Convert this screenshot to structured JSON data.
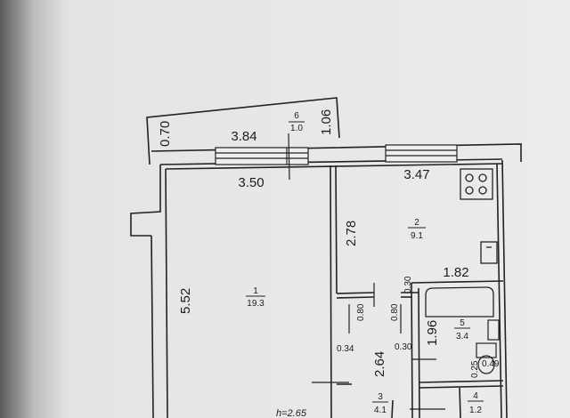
{
  "plan": {
    "balcony": {
      "number": "6",
      "area": "1.0",
      "length": "3.84",
      "depth_left": "0.70",
      "depth_right": "1.06"
    },
    "rooms": [
      {
        "number": "1",
        "area": "19.3"
      },
      {
        "number": "2",
        "area": "9.1"
      },
      {
        "number": "3",
        "area": "4.1"
      },
      {
        "number": "4",
        "area": "1.2"
      },
      {
        "number": "5",
        "area": "3.4"
      }
    ],
    "dimensions": {
      "room1_width": "3.50",
      "room1_length": "5.52",
      "kitchen_width": "3.47",
      "kitchen_depth": "2.78",
      "bath_width": "1.82",
      "bath_length": "1.96",
      "hall_length": "2.64",
      "door_a": "0.80",
      "door_b": "0.80",
      "wall_a": "0.34",
      "wall_b": "0.30",
      "wall_c": "0.30",
      "wc_a": "0.25",
      "wc_b": "0.49"
    },
    "ceiling_height": "h=2.65"
  }
}
